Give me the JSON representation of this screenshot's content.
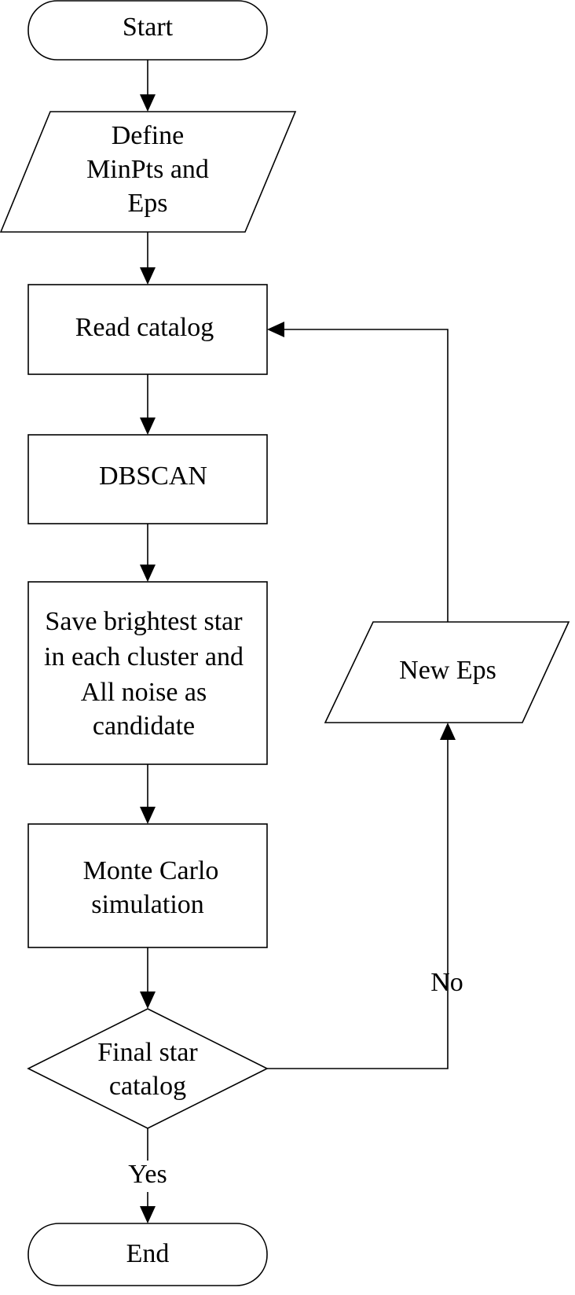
{
  "nodes": {
    "start": {
      "lines": [
        "Start"
      ]
    },
    "define": {
      "lines": [
        "Define",
        "MinPts and",
        "Eps"
      ]
    },
    "read": {
      "lines": [
        "Read catalog"
      ]
    },
    "dbscan": {
      "lines": [
        "DBSCAN"
      ]
    },
    "save": {
      "lines": [
        "Save brightest star",
        "in each  cluster and",
        "All noise as",
        "candidate"
      ]
    },
    "montecarlo": {
      "lines": [
        "Monte Carlo",
        "simulation"
      ]
    },
    "decision": {
      "lines": [
        "Final star",
        "catalog"
      ]
    },
    "neweps": {
      "lines": [
        "New Eps"
      ]
    },
    "end": {
      "lines": [
        "End"
      ]
    }
  },
  "edge_labels": {
    "no": "No",
    "yes": "Yes"
  }
}
